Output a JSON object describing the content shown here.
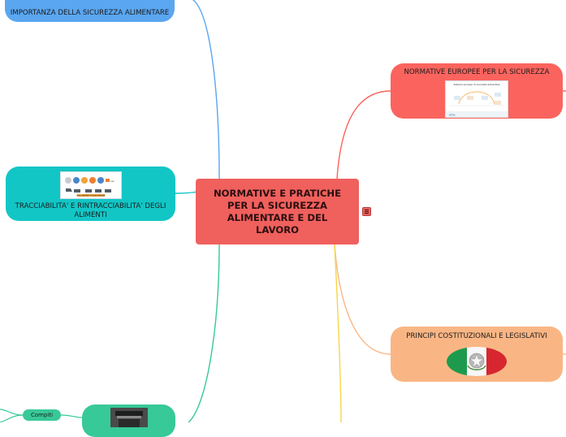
{
  "map": {
    "central": {
      "title": "NORMATIVE E PRATICHE PER LA SICUREZZA ALIMENTARE E DEL LAVORO",
      "color": "#f0605d"
    },
    "topics": [
      {
        "label": "IMPORTANZA DELLA SICUREZZA ALIMENTARE",
        "color": "#5aa6f0"
      },
      {
        "label": "TRACCIABILITA' E RINTRACCIABILITA' DEGLI ALIMENTI",
        "color": "#12c6c6"
      },
      {
        "label": "NORMATIVE EUROPEE PER LA SICUREZZA",
        "color": "#fb645e"
      },
      {
        "label": "PRINCIPI COSTITUZIONALI E LEGISLATIVI",
        "color": "#f9b684"
      }
    ],
    "subtopic": {
      "label": "Compiti",
      "color": "#37c997"
    },
    "images": {
      "trace": {
        "caption": "tracciabilità / rintracciabilità"
      },
      "eu": {
        "caption": "Sistema europeo di sicurezza alimentare",
        "logo": "efsa"
      }
    },
    "icons": {
      "notes": "menu-lines-icon"
    }
  }
}
